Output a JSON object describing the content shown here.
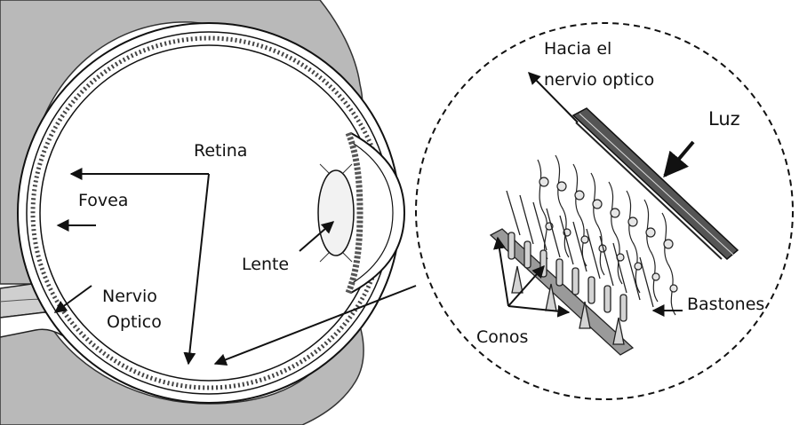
{
  "labels": {
    "retina": "Retina",
    "fovea": "Fovea",
    "lente": "Lente",
    "nervio": "Nervio",
    "optico": "Optico",
    "hacia_line1": "Hacia el",
    "hacia_line2": "nervio optico",
    "luz": "Luz",
    "bastones": "Bastones",
    "conos": "Conos"
  },
  "colors": {
    "background": "#ffffff",
    "tissue": "#b9b9b9",
    "line": "#111111",
    "lens": "#f2f2f2"
  }
}
